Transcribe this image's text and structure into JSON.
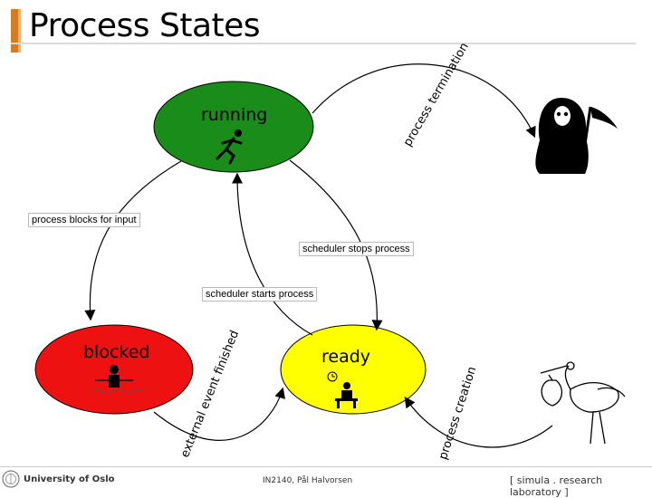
{
  "title": "Process States",
  "states": {
    "running": {
      "label": "running",
      "color": "#1a8c1a"
    },
    "blocked": {
      "label": "blocked",
      "color": "#ee1111"
    },
    "ready": {
      "label": "ready",
      "color": "#ffff00"
    }
  },
  "transitions": {
    "termination": "process termination",
    "blocks": "process blocks for input",
    "stops": "scheduler stops process",
    "starts": "scheduler starts process",
    "event": "external event finished",
    "creation": "process creation"
  },
  "icons": [
    "runner-icon",
    "chained-prisoner-icon",
    "clock-icon",
    "seated-person-icon",
    "grim-reaper-icon",
    "stork-icon",
    "university-seal-icon"
  ],
  "footer": {
    "university": "University of Oslo",
    "course": "IN2140, Pål Halvorsen",
    "lab": "[ simula . research laboratory ]"
  },
  "colors": {
    "accent": "#d97a1c"
  }
}
